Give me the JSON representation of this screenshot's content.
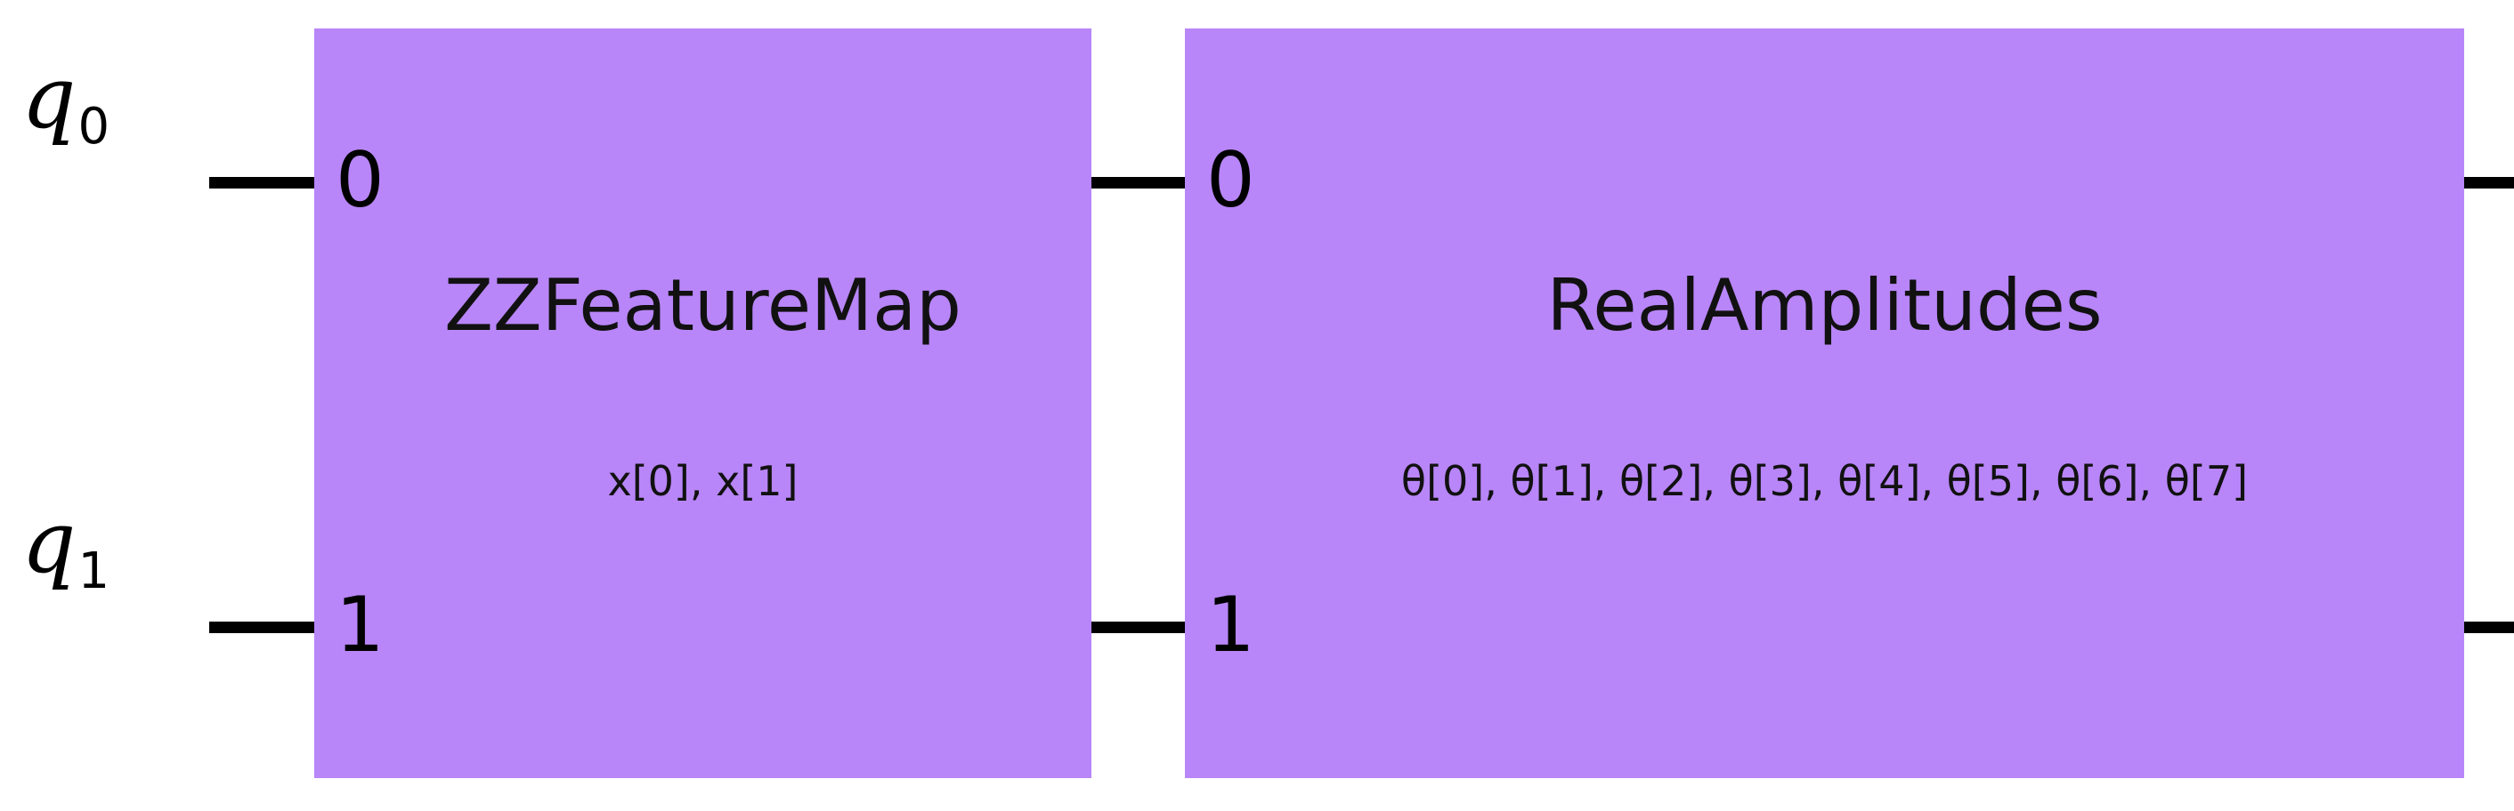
{
  "diagram": {
    "kind": "quantum-circuit",
    "background_color": "#ffffff",
    "wire_color": "#000000",
    "gate_fill_color": "#b886f8",
    "text_color": "#111111"
  },
  "qubits": [
    {
      "name": "q0",
      "letter": "q",
      "index": "0"
    },
    {
      "name": "q1",
      "letter": "q",
      "index": "1"
    }
  ],
  "gates": [
    {
      "id": "zzfeaturemap",
      "title": "ZZFeatureMap",
      "params": "x[0], x[1]",
      "ports": [
        "0",
        "1"
      ]
    },
    {
      "id": "realamplitudes",
      "title": "RealAmplitudes",
      "params": "θ[0], θ[1], θ[2], θ[3], θ[4], θ[5], θ[6], θ[7]",
      "ports": [
        "0",
        "1"
      ]
    }
  ]
}
